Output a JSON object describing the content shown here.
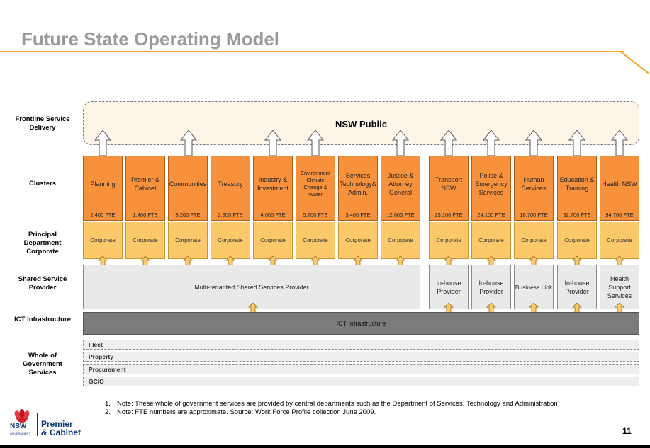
{
  "title": "Future State Operating Model",
  "public_label": "NSW Public",
  "row_labels": {
    "frontline": "Frontline Service Delivery",
    "clusters": "Clusters",
    "principal": "Principal Department Corporate",
    "shared": "Shared Service Provider",
    "ict": "ICT infrastructure",
    "wog": "Whole of Government Services"
  },
  "clusters": [
    {
      "name": "Planning",
      "fte": "2,400 FTE"
    },
    {
      "name": "Premier & Cabinet",
      "fte": "1,400 FTE"
    },
    {
      "name": "Communities",
      "fte": "3,200 FTE"
    },
    {
      "name": "Treasury",
      "fte": "2,800 FTE"
    },
    {
      "name": "Industry & Investment",
      "fte": "4,000 FTE"
    },
    {
      "name": "Environment Climate Change & Water",
      "fte": "5,700 FTE"
    },
    {
      "name": "Services Technology& Admin.",
      "fte": "3,400 FTE"
    },
    {
      "name": "Justice & Attorney General",
      "fte": "12,600 FTE"
    },
    {
      "name": "Transport NSW",
      "fte": "25,100 FTE"
    },
    {
      "name": "Police & Emergency Services",
      "fte": "24,100 FTE"
    },
    {
      "name": "Human Services",
      "fte": "18,700 FTE"
    },
    {
      "name": "Education & Training",
      "fte": "92,700 FTE"
    },
    {
      "name": "Health NSW",
      "fte": "94,700 FTE"
    }
  ],
  "corporate_label": "Corporate",
  "shared_services": {
    "multi": "Multi-tenanted Shared Services Provider",
    "transport": "In-house Provider",
    "police": "In-house Provider",
    "human": "Business Link",
    "education": "In-house Provider",
    "health": "Health Support Services"
  },
  "ict_label": "ICT Infrastructure",
  "wog_services": [
    "Fleet",
    "Property",
    "Procurement",
    "GCIO"
  ],
  "notes": [
    {
      "num": "1.",
      "text": "Note: These whole of government services are provided by central departments such as the Department of Services, Technology and Administration"
    },
    {
      "num": "2.",
      "text": "Note: FTE numbers are approximate. Source: Work Force Profile collection June 2009."
    }
  ],
  "logo": {
    "nsw": "NSW",
    "gov": "GOVERNMENT",
    "line1": "Premier",
    "line2": "& Cabinet"
  },
  "page_number": "11",
  "colors": {
    "accent": "#f5a623",
    "cluster": "#f7913c",
    "corporate": "#fcc96a",
    "shared": "#e9e9e9",
    "ict": "#7b7b7b"
  }
}
